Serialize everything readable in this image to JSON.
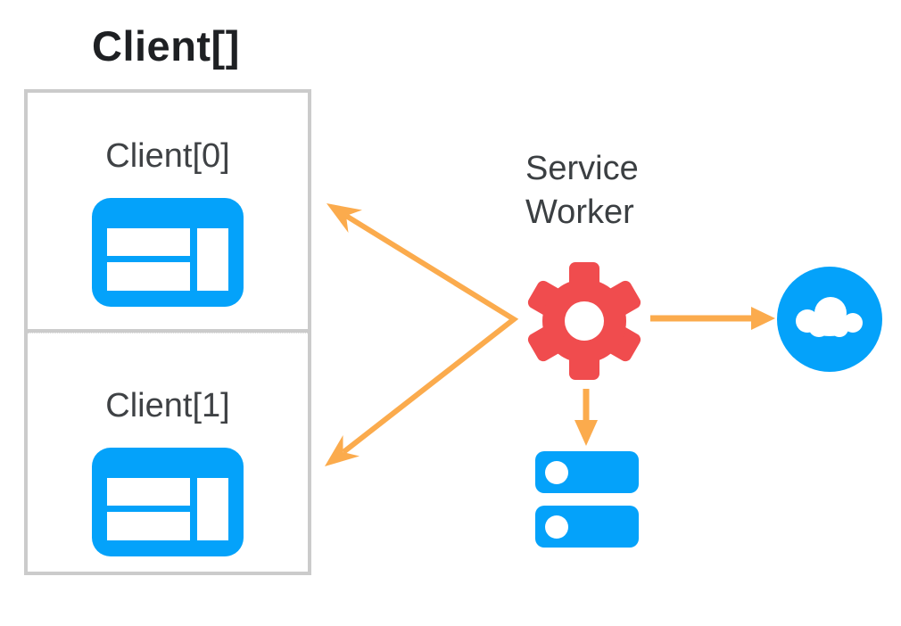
{
  "diagram": {
    "title": "Client[]",
    "clients": [
      {
        "label": "Client[0]",
        "icon": "browser-window-icon"
      },
      {
        "label": "Client[1]",
        "icon": "browser-window-icon"
      }
    ],
    "service_worker": {
      "label_lines": [
        "Service",
        "Worker"
      ],
      "icon": "gear-icon"
    },
    "cloud": {
      "icon": "cloud-icon"
    },
    "storage": {
      "icon": "storage-database-icon"
    },
    "arrows": [
      {
        "from": "service-worker",
        "to": "client-0",
        "head": "barbed",
        "direction": "up-left"
      },
      {
        "from": "service-worker",
        "to": "client-1",
        "head": "barbed",
        "direction": "down-left"
      },
      {
        "from": "service-worker",
        "to": "cloud",
        "head": "triangle",
        "direction": "right"
      },
      {
        "from": "service-worker",
        "to": "storage",
        "head": "triangle",
        "direction": "down"
      }
    ],
    "colors": {
      "icon_blue": "#04A2FA",
      "gear_red": "#F04C4E",
      "arrow_orange": "#FBAB4D",
      "title_text": "#1E2023",
      "label_text": "#3F4245",
      "box_border": "#CBCBCB"
    }
  }
}
